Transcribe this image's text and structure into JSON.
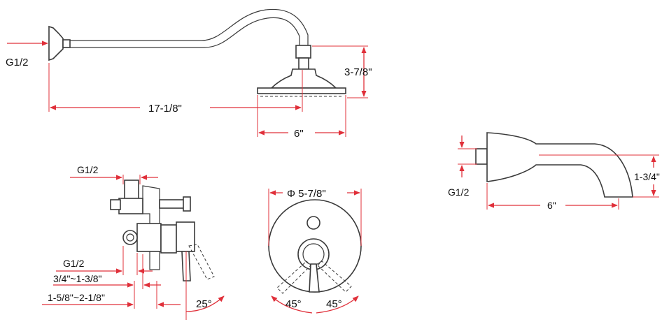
{
  "shower_arm": {
    "inlet_label": "G1/2",
    "length_label": "17-1/8\"",
    "drop_label": "3-7/8\"",
    "head_width_label": "6\""
  },
  "valve": {
    "inlet_label_top": "G1/2",
    "inlet_label_bottom": "G1/2",
    "depth_short_label": "3/4\"~1-3/8\"",
    "depth_long_label": "1-5/8\"~2-1/8\"",
    "angle_label": "25°"
  },
  "trim_plate": {
    "diameter_label": "Φ 5-7/8\"",
    "angle_left_label": "45°",
    "angle_right_label": "45°"
  },
  "spout": {
    "inlet_label": "G1/2",
    "height_label": "1-3/4\"",
    "length_label": "6\""
  },
  "colors": {
    "dimension_line": "#e0303a",
    "outline": "#3a3a3a",
    "background": "#ffffff"
  }
}
